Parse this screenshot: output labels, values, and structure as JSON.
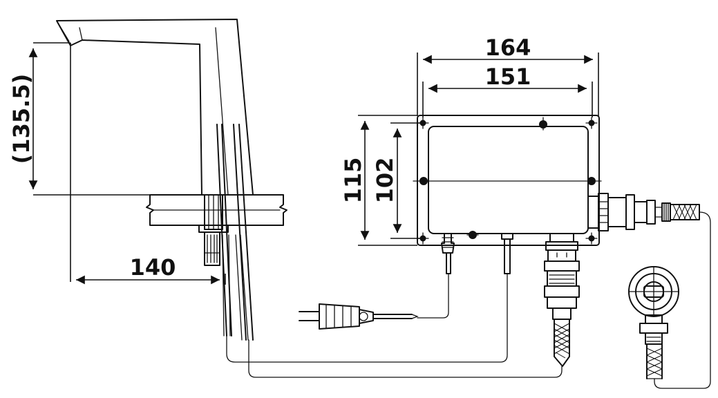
{
  "dimensions": {
    "spout_height": "(135.5)",
    "spout_reach": "140",
    "box_width_outer": "164",
    "box_width_inner": "151",
    "box_height_outer": "115",
    "box_height_inner": "102"
  },
  "colors": {
    "line": "#111111",
    "background": "#ffffff"
  }
}
